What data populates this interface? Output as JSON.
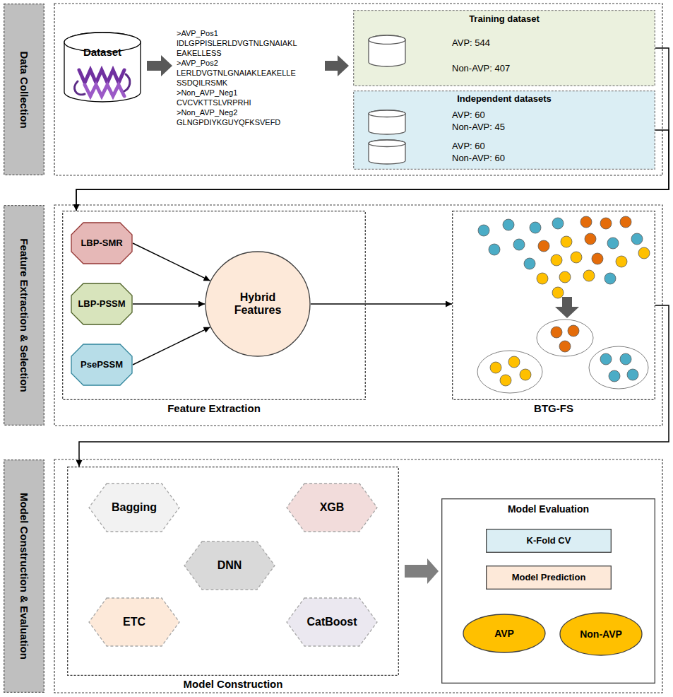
{
  "diagram": {
    "nodes": [
      {
        "text": [
          "Data Collection"
        ]
      },
      {
        "text": [
          "Dataset"
        ]
      },
      {
        "text": [
          "Training dataset",
          "AVP: 544",
          "Non-AVP: 407"
        ]
      },
      {
        "text": [
          "Independent datasets",
          "AVP: 60",
          "Non-AVP: 45",
          "AVP: 60",
          "Non-AVP: 60"
        ]
      },
      {
        "text": [
          "Feature Extraction & Selection"
        ]
      },
      {
        "text": [
          "Feature Extraction"
        ]
      },
      {
        "text": [
          "LBP-SMR"
        ],
        "in": 5
      },
      {
        "text": [
          "LBP-PSSM"
        ],
        "in": 5
      },
      {
        "text": [
          "PsePSSM"
        ],
        "in": 5
      },
      {
        "text": [
          "Hybrid Features"
        ],
        "in": 5
      },
      {
        "text": [
          "BTG-FS"
        ]
      },
      {
        "text": [
          "Model Construction & Evaluation"
        ]
      },
      {
        "text": [
          "Model Construction"
        ]
      },
      {
        "text": [
          "Bagging"
        ],
        "in": 12
      },
      {
        "text": [
          "XGB"
        ],
        "in": 12
      },
      {
        "text": [
          "DNN"
        ],
        "in": 12
      },
      {
        "text": [
          "ETC"
        ],
        "in": 12
      },
      {
        "text": [
          "CatBoost"
        ],
        "in": 12
      },
      {
        "text": [
          "Model Evaluation"
        ]
      },
      {
        "text": [
          "K-Fold CV"
        ],
        "in": 18
      },
      {
        "text": [
          "Model Prediction"
        ],
        "in": 18
      },
      {
        "text": [
          "AVP"
        ],
        "in": 18
      },
      {
        "text": [
          "Non-AVP"
        ],
        "in": 18
      }
    ],
    "edges": [
      {
        "from": 2,
        "to": 5,
        "arrow": "to"
      },
      {
        "from": 3,
        "to": 5,
        "arrow": "to"
      },
      {
        "from": 6,
        "to": 9,
        "arrow": "to"
      },
      {
        "from": 7,
        "to": 9,
        "arrow": "to"
      },
      {
        "from": 8,
        "to": 9,
        "arrow": "to"
      },
      {
        "from": 9,
        "to": 10,
        "arrow": "to"
      },
      {
        "from": 10,
        "to": 12,
        "arrow": "to"
      },
      {
        "from": 12,
        "to": 18,
        "arrow": "to"
      },
      {
        "from": 19,
        "to": 20,
        "arrow": "to"
      },
      {
        "from": 20,
        "to": 21,
        "arrow": "to"
      },
      {
        "from": 20,
        "to": 22,
        "arrow": "to"
      }
    ],
    "labels": [
      ">AVP_Pos1",
      "IDLGPPISLERLDVGTNLGNAIAKL EAKELLESS",
      ">AVP_Pos2",
      "LERLDVGTNLGNAIAKLEAKELLE SSDQILRSMK",
      ">Non_AVP_Neg1",
      "CVCVKTTSLVRPRHI",
      ">Non_AVP_Neg2",
      "GLNGPDIYKGUYQFKSVEFD"
    ]
  }
}
